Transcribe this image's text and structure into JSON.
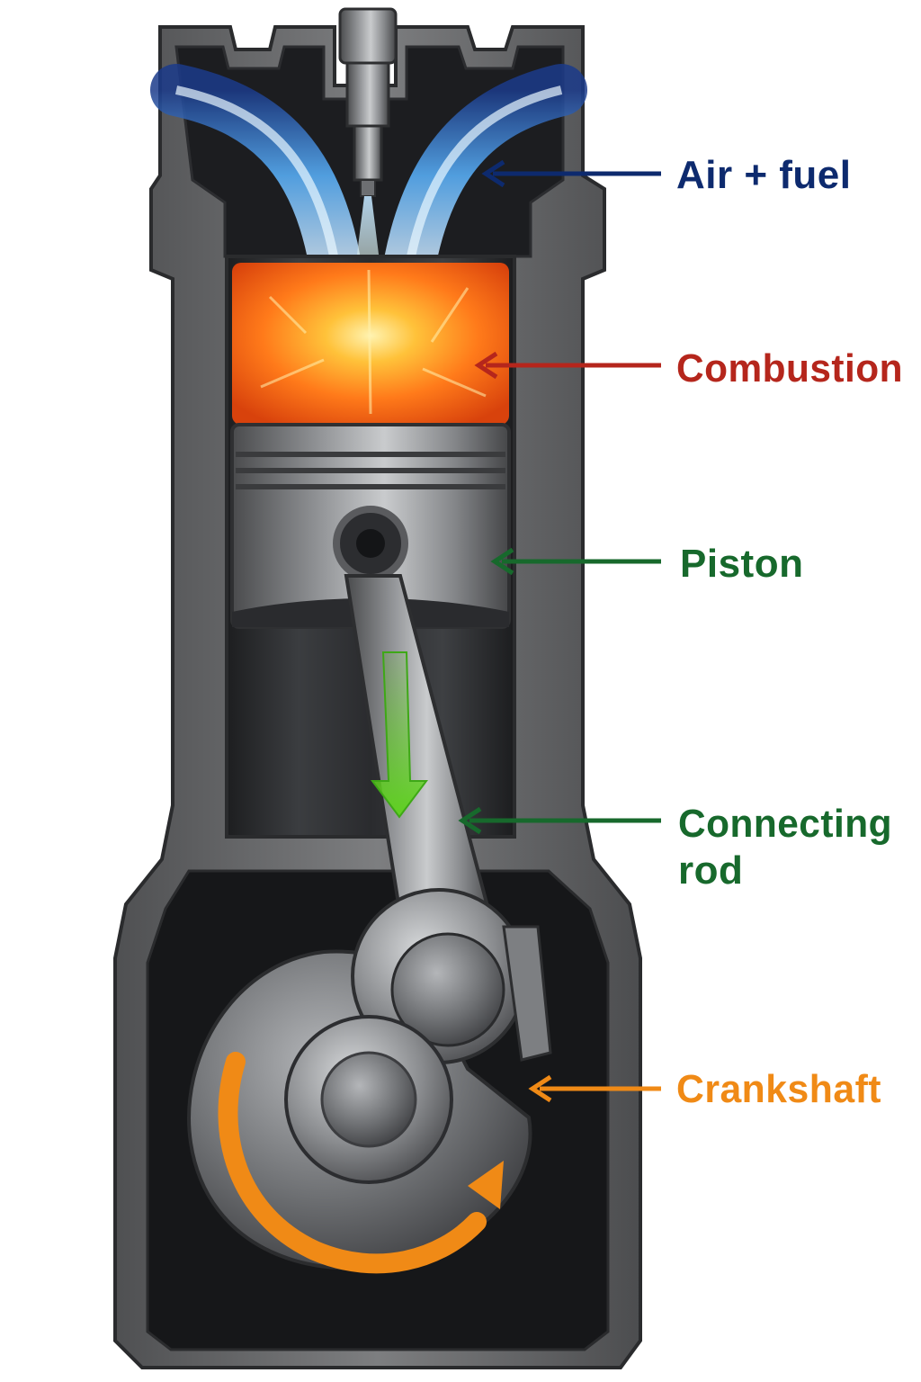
{
  "labels": {
    "air_fuel": "Air + fuel",
    "combustion": "Combustion",
    "piston": "Piston",
    "connecting_rod_line1": "Connecting",
    "connecting_rod_line2": "rod",
    "crankshaft": "Crankshaft"
  },
  "colors": {
    "air_fuel": "#0d2a6e",
    "combustion": "#b5261c",
    "piston": "#17692c",
    "connecting_rod": "#17692c",
    "crankshaft": "#f08a16",
    "block": "#5e5f61",
    "combustion_glow": "#ff7a1a",
    "intake_blue": "#5ab4ff",
    "rod_motion_arrow": "#5fd020"
  }
}
